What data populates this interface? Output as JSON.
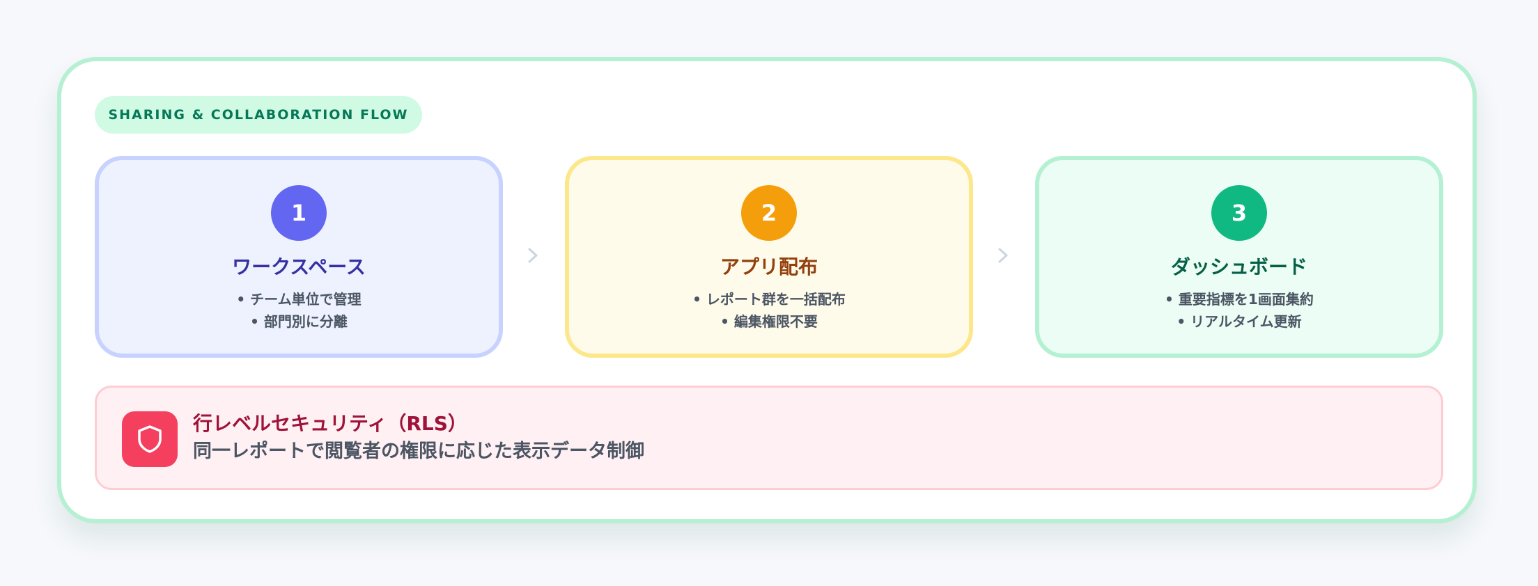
{
  "header": {
    "tag_label": "SHARING & COLLABORATION FLOW"
  },
  "steps": [
    {
      "number": "1",
      "title": "ワークスペース",
      "bullets": [
        "• チーム単位で管理",
        "• 部門別に分離"
      ],
      "accent": "#6366f1"
    },
    {
      "number": "2",
      "title": "アプリ配布",
      "bullets": [
        "• レポート群を一括配布",
        "• 編集権限不要"
      ],
      "accent": "#f59e0b"
    },
    {
      "number": "3",
      "title": "ダッシュボード",
      "bullets": [
        "• 重要指標を1画面集約",
        "• リアルタイム更新"
      ],
      "accent": "#10b981"
    }
  ],
  "connectors": {
    "icon": "chevron-right-icon"
  },
  "rls": {
    "icon": "shield-icon",
    "title": "行レベルセキュリティ（RLS）",
    "description": "同一レポートで閲覧者の権限に応じた表示データ制御",
    "accent": "#f43f5e"
  }
}
